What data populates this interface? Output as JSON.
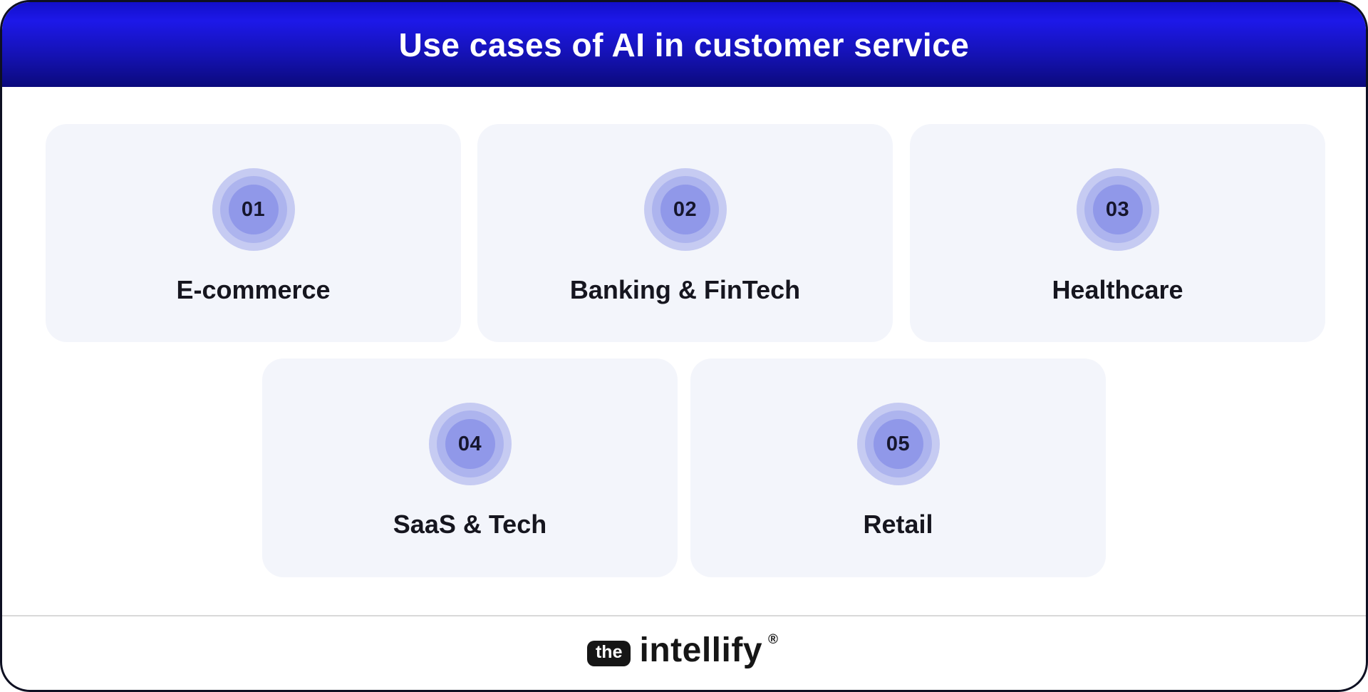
{
  "header": {
    "title": "Use cases of AI in customer service"
  },
  "cards": [
    {
      "number": "01",
      "label": "E-commerce"
    },
    {
      "number": "02",
      "label": "Banking & FinTech"
    },
    {
      "number": "03",
      "label": "Healthcare"
    },
    {
      "number": "04",
      "label": "SaaS & Tech"
    },
    {
      "number": "05",
      "label": "Retail"
    }
  ],
  "footer": {
    "logo_prefix": "the",
    "logo_name": "intellify",
    "logo_mark": "®"
  },
  "colors": {
    "header_gradient_top": "#1d18e9",
    "header_gradient_bottom": "#0b0a7c",
    "card_bg": "#f3f5fb",
    "circle_outer": "#c6cbf2",
    "circle_middle": "#adb4ee",
    "circle_inner": "#9098e9",
    "number_text": "#16162e",
    "label_text": "#16161f",
    "divider": "#d9d9d9",
    "logo_black": "#161616"
  }
}
